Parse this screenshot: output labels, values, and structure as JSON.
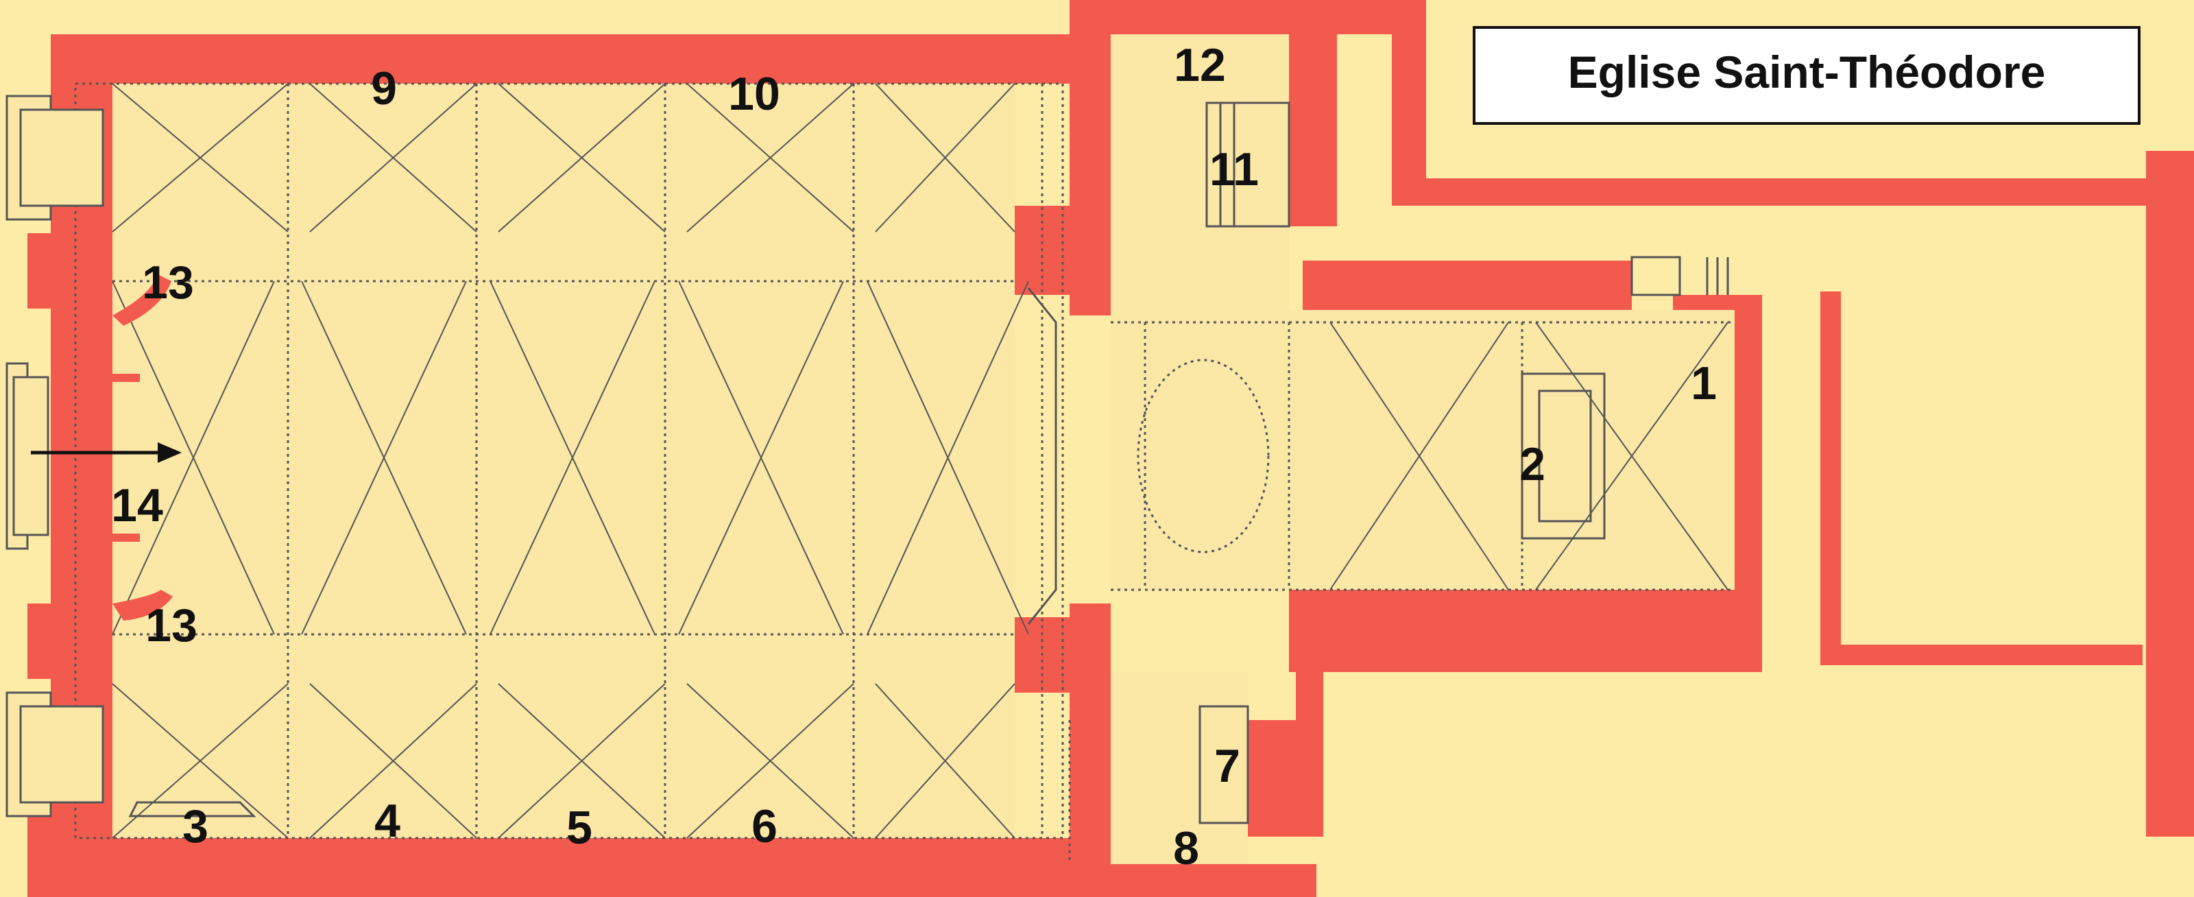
{
  "title": "Eglise Saint-Théodore",
  "labels": [
    "1",
    "2",
    "3",
    "4",
    "5",
    "6",
    "7",
    "8",
    "9",
    "10",
    "11",
    "12",
    "13",
    "13",
    "14"
  ],
  "colors": {
    "background": "#fdeca8",
    "wall": "#f35a4e",
    "line": "#444444",
    "text": "#111111",
    "title_box": "#ffffff"
  },
  "icons": [
    "entrance-arrow-icon"
  ]
}
